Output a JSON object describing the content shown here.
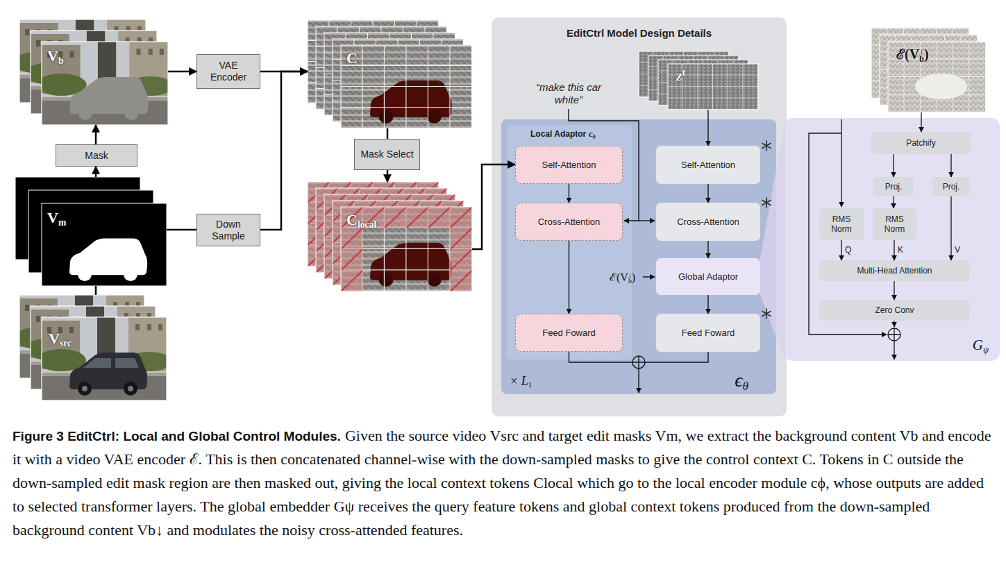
{
  "diagram": {
    "title": "Figure 3 EditCtrl: Local and Global Control Modules.",
    "caption": "Given the source video Vsrc and target edit masks Vm, we extract the background content Vb and encode it with a video VAE encoder ℰ. This is then concatenated channel-wise with the down-sampled masks to give the control context C. Tokens in C outside the down-sampled edit mask region are then masked out, giving the local context tokens Clocal which go to the local encoder module cϕ, whose outputs are added to selected transformer layers. The global embedder Gψ receives the query feature tokens and global context tokens produced from the down-sampled background content Vb↓ and modulates the noisy cross-attended features.",
    "nodes": [
      {
        "text": [
          "V",
          "b"
        ]
      },
      {
        "text": [
          "VAE Encoder"
        ]
      },
      {
        "text": [
          "C"
        ]
      },
      {
        "text": [
          "EditCtrl Model Design Details"
        ]
      },
      {
        "text": [
          "z",
          "t"
        ],
        "in": 3
      },
      {
        "text": [
          "ℰ(V",
          "↓",
          "b",
          ")"
        ]
      },
      {
        "text": [
          "Mask"
        ]
      },
      {
        "text": [
          "Mask Select"
        ]
      },
      {
        "text": [
          "× L",
          "1",
          "ϵ",
          "θ"
        ],
        "in": 3
      },
      {
        "text": [
          "Local Adaptor",
          "c",
          "ϕ"
        ],
        "in": 8
      },
      {
        "text": [
          "Self-Attention"
        ],
        "in": 9
      },
      {
        "text": [
          "Cross-Attention"
        ],
        "in": 9
      },
      {
        "text": [
          "Feed Foward"
        ],
        "in": 9
      },
      {
        "text": [
          "Self-Attention"
        ],
        "in": 8
      },
      {
        "text": [
          "Cross-Attention"
        ],
        "in": 8
      },
      {
        "text": [
          "Global Adaptor"
        ],
        "in": 8
      },
      {
        "text": [
          "Feed Foward"
        ],
        "in": 8
      },
      {
        "text": [
          "G",
          "ψ"
        ]
      },
      {
        "text": [
          "Patchify"
        ],
        "in": 17
      },
      {
        "text": [
          "Proj."
        ],
        "in": 17
      },
      {
        "text": [
          "Proj."
        ],
        "in": 17
      },
      {
        "text": [
          "RMS Norm"
        ],
        "in": 17
      },
      {
        "text": [
          "RMS Norm"
        ],
        "in": 17
      },
      {
        "text": [
          "Multi-Head Attention"
        ],
        "in": 17
      },
      {
        "text": [
          "Zero Conv"
        ],
        "in": 17
      },
      {
        "text": [
          "V",
          "m"
        ]
      },
      {
        "text": [
          "Down Sample"
        ]
      },
      {
        "text": [
          "C",
          "local"
        ]
      },
      {
        "text": [
          "V",
          "src"
        ]
      }
    ],
    "edges": [
      {
        "from": 6,
        "to": 0,
        "arrow": "to"
      },
      {
        "from": 25,
        "to": 6,
        "arrow": "to"
      },
      {
        "from": 28,
        "to": 25,
        "arrow": "none"
      },
      {
        "from": 0,
        "to": 1,
        "arrow": "to"
      },
      {
        "from": 25,
        "to": 26,
        "arrow": "none"
      },
      {
        "from": 1,
        "to": 2,
        "arrow": "to"
      },
      {
        "from": 26,
        "to": 2,
        "arrow": "to"
      },
      {
        "from": 2,
        "to": 7,
        "arrow": "none"
      },
      {
        "from": 7,
        "to": 27,
        "arrow": "to"
      },
      {
        "from": 27,
        "to": 10,
        "arrow": "to"
      },
      {
        "from": 4,
        "to": 13,
        "arrow": "to"
      },
      {
        "from": 10,
        "to": 11,
        "arrow": "to"
      },
      {
        "from": 11,
        "to": 12,
        "arrow": "to"
      },
      {
        "from": 13,
        "to": 14,
        "arrow": "to"
      },
      {
        "from": 14,
        "to": 15,
        "arrow": "to"
      },
      {
        "from": 15,
        "to": 16,
        "arrow": "to"
      },
      {
        "from": 5,
        "to": 18,
        "arrow": "to"
      },
      {
        "from": 18,
        "to": 19,
        "arrow": "to"
      },
      {
        "from": 18,
        "to": 20,
        "arrow": "to"
      },
      {
        "from": 19,
        "to": 22,
        "arrow": "to"
      },
      {
        "from": 21,
        "to": 23,
        "label": "Q",
        "arrow": "to"
      },
      {
        "from": 22,
        "to": 23,
        "label": "K",
        "arrow": "to"
      },
      {
        "from": 20,
        "to": 23,
        "label": "V",
        "arrow": "to"
      },
      {
        "from": 23,
        "to": 24,
        "arrow": "to"
      }
    ],
    "labels": [
      "“make this car white”",
      "ℰ(V",
      "↓",
      "b",
      ")"
    ]
  }
}
